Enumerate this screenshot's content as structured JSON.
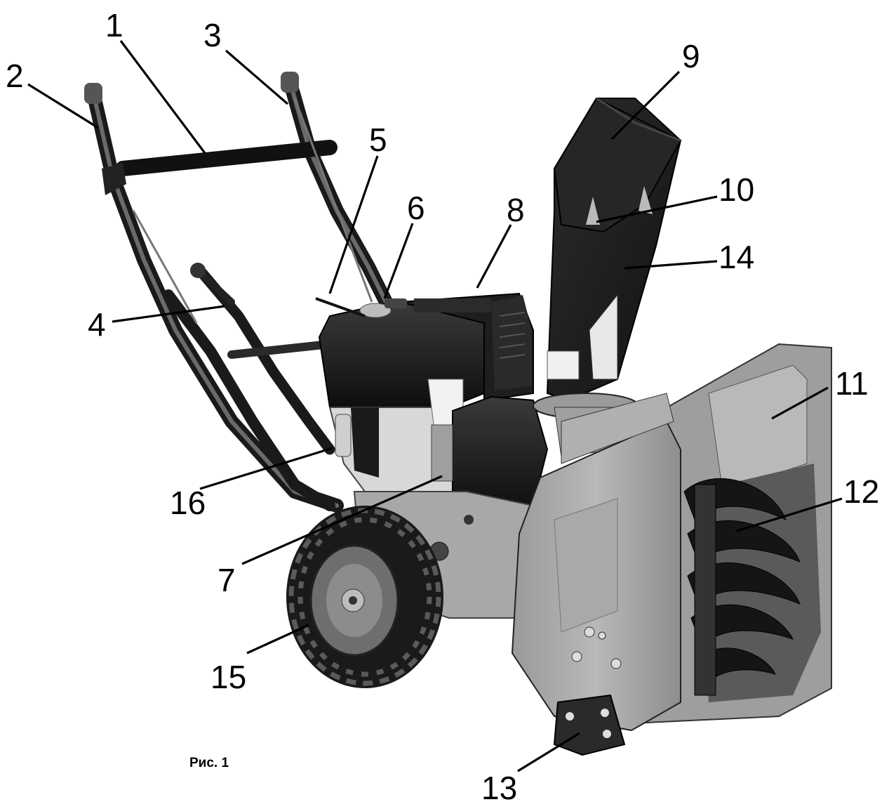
{
  "figure": {
    "caption": "Рис. 1",
    "callouts": [
      {
        "label": "1"
      },
      {
        "label": "2"
      },
      {
        "label": "3"
      },
      {
        "label": "4"
      },
      {
        "label": "5"
      },
      {
        "label": "6"
      },
      {
        "label": "7"
      },
      {
        "label": "8"
      },
      {
        "label": "9"
      },
      {
        "label": "10"
      },
      {
        "label": "11"
      },
      {
        "label": "12"
      },
      {
        "label": "13"
      },
      {
        "label": "14"
      },
      {
        "label": "15"
      },
      {
        "label": "16"
      }
    ]
  }
}
